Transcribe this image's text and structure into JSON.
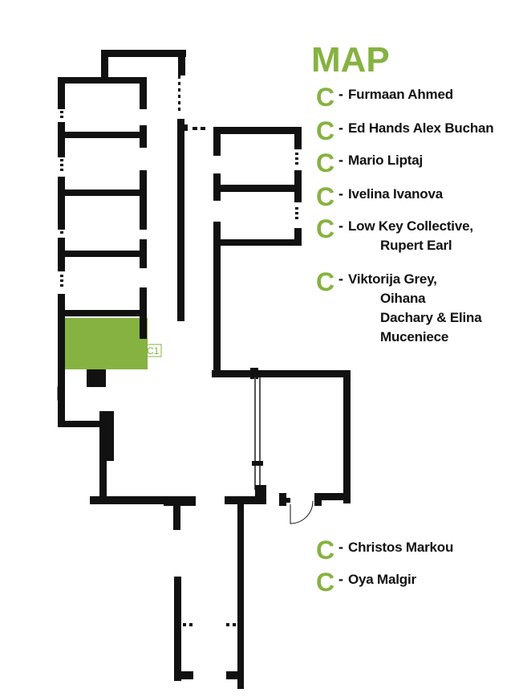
{
  "map": {
    "title": "MAP",
    "accent_color": "#86b241",
    "wall_color": "#111111",
    "room_label": "C1",
    "highlighted_room": "C1"
  },
  "legend": [
    {
      "letter": "C",
      "dash": "-",
      "lines": [
        "Furmaan Ahmed"
      ]
    },
    {
      "letter": "C",
      "dash": "-",
      "lines": [
        "Ed Hands Alex Buchan"
      ]
    },
    {
      "letter": "C",
      "dash": "-",
      "lines": [
        "Mario Liptaj"
      ]
    },
    {
      "letter": "C",
      "dash": "-",
      "lines": [
        "Ivelina Ivanova"
      ]
    },
    {
      "letter": "C",
      "dash": "-",
      "lines": [
        "Low Key Collective,",
        "Rupert Earl"
      ]
    },
    {
      "letter": "C",
      "dash": "-",
      "lines": [
        "Viktorija Grey,",
        "Oihana",
        "Dachary & Elina",
        "Muceniece"
      ]
    },
    {
      "letter": "C",
      "dash": "-",
      "lines": [
        "Christos Markou"
      ]
    },
    {
      "letter": "C",
      "dash": "-",
      "lines": [
        "Oya Malgir"
      ]
    }
  ]
}
